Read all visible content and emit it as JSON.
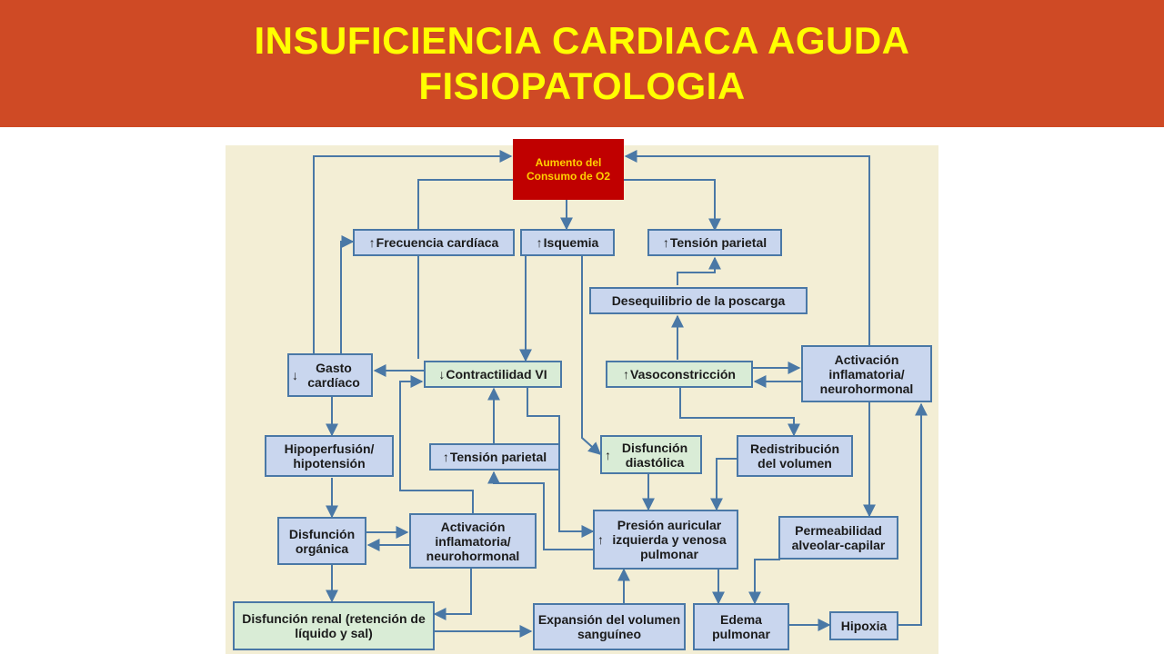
{
  "title": {
    "line1": "INSUFICIENCIA CARDIACA AGUDA",
    "line2": "FISIOPATOLOGIA"
  },
  "top_box": {
    "label": "Aumento del Consumo de O2"
  },
  "arrows": {
    "up": "↑",
    "down": "↓"
  },
  "nodes": {
    "frecuencia": "Frecuencia cardíaca",
    "isquemia": "Isquemia",
    "tension_parietal_top": "Tensión parietal",
    "desequilibrio": "Desequilibrio de la poscarga",
    "gasto_cardiaco": "Gasto cardíaco",
    "contractilidad": "Contractilidad VI",
    "vasoconstriccion": "Vasoconstricción",
    "activacion_right": "Activación inflamatoria/ neurohormonal",
    "hipoperfusion": "Hipoperfusión/ hipotensión",
    "tension_parietal_mid": "Tensión parietal",
    "disfuncion_diastolica": "Disfunción diastólica",
    "redistribucion": "Redistribución del volumen",
    "disfuncion_organica": "Disfunción orgánica",
    "activacion_left": "Activación inflamatoria/ neurohormonal",
    "presion_auricular": "Presión auricular izquierda y venosa pulmonar",
    "permeabilidad": "Permeabilidad alveolar-capilar",
    "disfuncion_renal": "Disfunción renal (retención de líquido y sal)",
    "expansion": "Expansión del volumen sanguíneo",
    "edema": "Edema pulmonar",
    "hipoxia": "Hipoxia"
  },
  "colors": {
    "banner": "#cf4a25",
    "title_text": "#ffff00",
    "panel": "#f3eed5",
    "box_blue": "#c9d6ee",
    "box_green": "#d9ecd6",
    "box_border": "#4a78a6",
    "top_box": "#c00000",
    "top_box_text": "#ffd000",
    "connector": "#4a78a6"
  }
}
